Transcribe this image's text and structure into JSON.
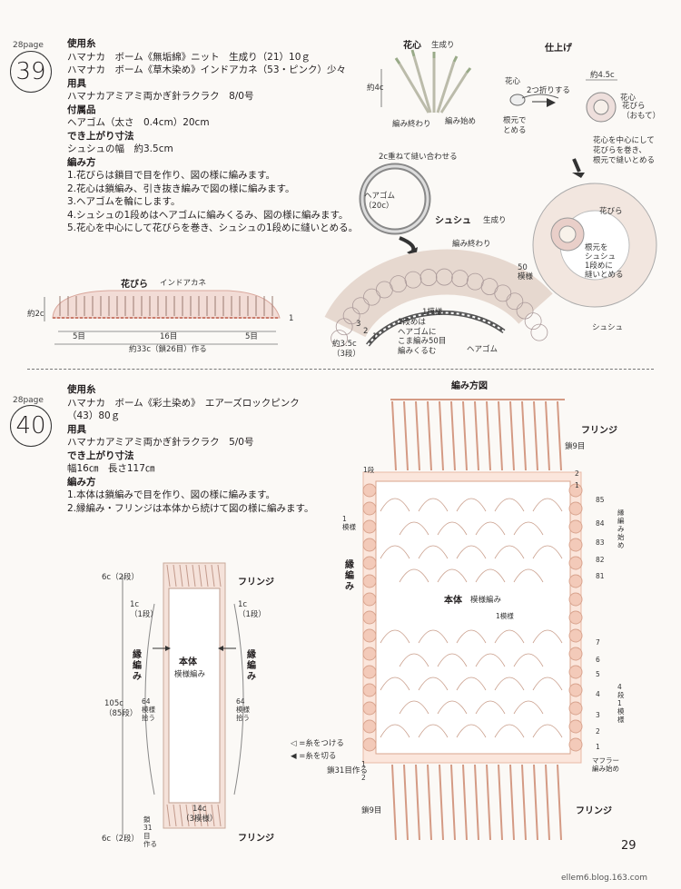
{
  "p39": {
    "page_note": "28page",
    "number": "39",
    "lines": [
      {
        "t": "使用糸",
        "h": true
      },
      {
        "t": "ハマナカ　ボーム《無垢綿》ニット　生成り（21）10ｇ",
        "h": false
      },
      {
        "t": "ハマナカ　ボーム《草木染め》インドアカネ（53・ピンク）少々",
        "h": false
      },
      {
        "t": "用具",
        "h": true
      },
      {
        "t": "ハマナカアミアミ両かぎ針ラクラク　8/0号",
        "h": false
      },
      {
        "t": "付属品",
        "h": true
      },
      {
        "t": "ヘアゴム（太さ　0.4cm）20cm",
        "h": false
      },
      {
        "t": "でき上がり寸法",
        "h": true
      },
      {
        "t": "シュシュの幅　約3.5cm",
        "h": false
      },
      {
        "t": "編み方",
        "h": true
      },
      {
        "t": "1.花びらは鎖目で目を作り、図の様に編みます。",
        "h": false
      },
      {
        "t": "2.花心は鎖編み、引き抜き編みで図の様に編みます。",
        "h": false
      },
      {
        "t": "3.ヘアゴムを輪にします。",
        "h": false
      },
      {
        "t": "4.シュシュの1段めはヘアゴムに編みくるみ、図の様に編みます。",
        "h": false
      },
      {
        "t": "5.花心を中心にして花びらを巻き、シュシュの1段めに縫いとめる。",
        "h": false
      }
    ],
    "petal": {
      "title": "花びら",
      "sub": "インドアカネ",
      "h": "約2c",
      "left": "5目",
      "mid": "16目",
      "right": "5目",
      "total": "約33c（鎖26目）作る",
      "row": "1"
    },
    "heart": {
      "title": "花心",
      "sub": "生成り",
      "h": "約4c",
      "end": "編み終わり",
      "start": "編み始め"
    },
    "finish": {
      "title": "仕上げ",
      "heart": "花心",
      "fold": "2つ折りする",
      "base": "根元で\nとめる",
      "w": "約4.5c",
      "heart2": "花心",
      "petal_face": "花びら\n（おもて）",
      "wrap": "花心を中心にして\n花びらを巻き、\n根元で縫いとめる",
      "petal2": "花びら",
      "base2": "根元を\nシュシュ\n1段めに\n縫いとめる",
      "chouchou": "シュシュ"
    },
    "ring": {
      "overlap": "2c重ねて縫い合わせる",
      "gum": "ヘアゴム\n（20c）"
    },
    "chou": {
      "title": "シュシュ",
      "sub": "生成り",
      "end": "編み終わり",
      "st": "50\n模様",
      "one": "1模様",
      "row1": "1段めは\nヘアゴムに\nこま編み50目\n編みくるむ",
      "gum": "ヘアゴム",
      "h": "約3.5c\n（3段）",
      "r1": "1",
      "r2": "2",
      "r3": "3"
    }
  },
  "p40": {
    "page_note": "28page",
    "number": "40",
    "lines": [
      {
        "t": "使用糸",
        "h": true
      },
      {
        "t": "ハマナカ　ボーム《彩土染め》　エアーズロックピンク",
        "h": false
      },
      {
        "t": "（43）80ｇ",
        "h": false
      },
      {
        "t": "用具",
        "h": true
      },
      {
        "t": "ハマナカアミアミ両かぎ針ラクラク　5/0号",
        "h": false
      },
      {
        "t": "でき上がり寸法",
        "h": true
      },
      {
        "t": "幅16㎝　長さ117㎝",
        "h": false
      },
      {
        "t": "編み方",
        "h": true
      },
      {
        "t": "1.本体は鎖編みで目を作り、図の様に編みます。",
        "h": false
      },
      {
        "t": "2.縁編み・フリンジは本体から続けて図の様に編みます。",
        "h": false
      }
    ],
    "scarf": {
      "fringe": "フリンジ",
      "top": "6c（2段）",
      "edge_l": "1c\n（1段）",
      "edge_r": "1c\n（1段）",
      "en_l": "縁\n編\nみ",
      "en_r": "縁\n編\nみ",
      "body": "本体",
      "body_sub": "模様編み",
      "len": "105c\n（85段）",
      "pick_l": "64\n模様\n拾う",
      "pick_r": "64\n模様\n拾う",
      "w": "14c\n（3模様）",
      "bottom": "6c（2段）",
      "chain": "鎖\n31\n目\n作る",
      "fringe2": "フリンジ"
    },
    "chart": {
      "title": "編み方図",
      "fringe": "フリンジ",
      "chain9": "鎖9目",
      "row1": "1段",
      "edge": "縁\n編\nみ",
      "one": "1\n模様",
      "r85": "85",
      "r84": "84",
      "r83": "83",
      "r82": "82",
      "r81": "81",
      "edge_start": "縁\n編\nみ\n始\nめ",
      "body": "本体",
      "body_sub": "模様編み",
      "one_mid": "1模様",
      "r7": "7",
      "r6": "6",
      "r5": "5",
      "r4": "4",
      "r3": "3",
      "r2": "2",
      "r1": "1",
      "four": "4\n段\n1\n模\n様",
      "muffler": "マフラー\n編み始め",
      "chain31": "鎖31目作る",
      "chain9b": "鎖9目",
      "fringe2": "フリンジ",
      "leg1": "◁ =糸をつける",
      "leg2": "◀ =糸を切る",
      "t2": "2",
      "t1": "1",
      "b1": "1",
      "b2": "2"
    }
  },
  "footer": {
    "page": "29",
    "site": "ellem6.blog.163.com"
  }
}
